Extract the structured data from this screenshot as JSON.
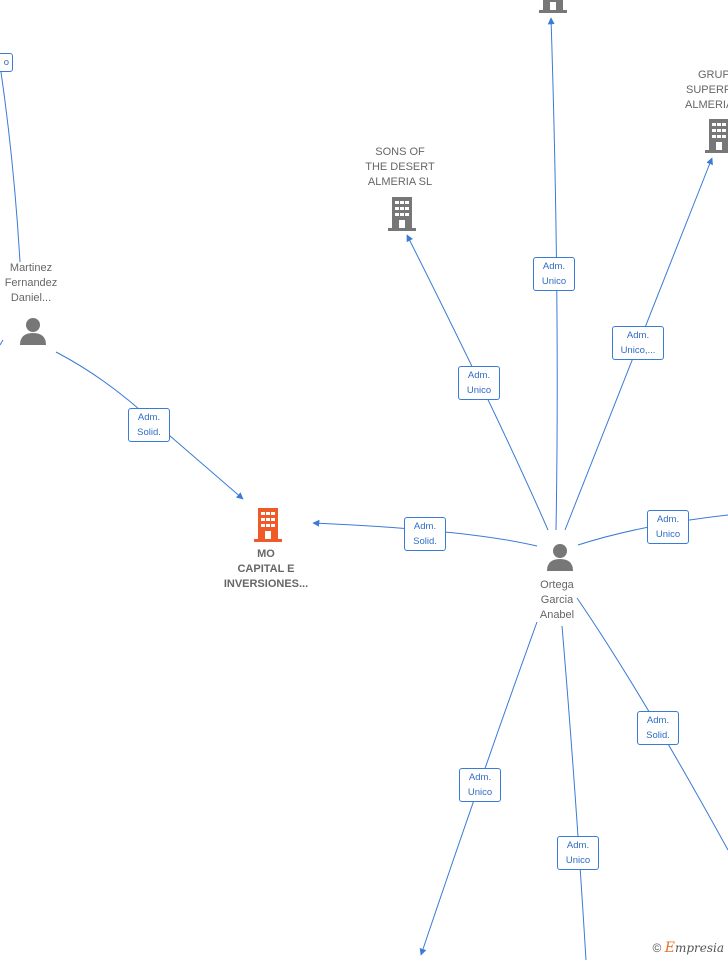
{
  "colors": {
    "edge": "#3a7bd5",
    "company": "#777777",
    "company_focus": "#f05a28",
    "person": "#777777"
  },
  "nodes": {
    "mo_capital": {
      "label_lines": [
        "MO",
        "CAPITAL E",
        "INVERSIONES..."
      ],
      "type": "company",
      "focus": true
    },
    "sons_desert": {
      "label_lines": [
        "SONS OF",
        "THE DESERT",
        "ALMERIA SL"
      ],
      "type": "company"
    },
    "grupo": {
      "label_lines": [
        "GRUP",
        "SUPERP",
        "ALMERIA"
      ],
      "type": "company"
    },
    "top_company": {
      "label_lines": [],
      "type": "company"
    },
    "martinez": {
      "label_lines": [
        "Martinez",
        "Fernandez",
        "Daniel..."
      ],
      "type": "person"
    },
    "ortega": {
      "label_lines": [
        "Ortega",
        "Garcia",
        "Anabel"
      ],
      "type": "person"
    }
  },
  "edges": {
    "martinez_mo": [
      "Adm.",
      "Solid."
    ],
    "ortega_mo": [
      "Adm.",
      "Solid."
    ],
    "ortega_sons": [
      "Adm.",
      "Unico"
    ],
    "ortega_top": [
      "Adm.",
      "Unico"
    ],
    "ortega_grupo": [
      "Adm.",
      "Unico,..."
    ],
    "ortega_right": [
      "Adm.",
      "Unico"
    ],
    "ortega_bl": [
      "Adm.",
      "Unico"
    ],
    "ortega_bottom": [
      "Adm.",
      "Unico"
    ],
    "ortega_br": [
      "Adm.",
      "Solid."
    ],
    "topleft_partial": [
      "",
      "o"
    ]
  },
  "footer": {
    "copyright": "©",
    "brand_initial": "E",
    "brand_rest": "mpresia"
  }
}
